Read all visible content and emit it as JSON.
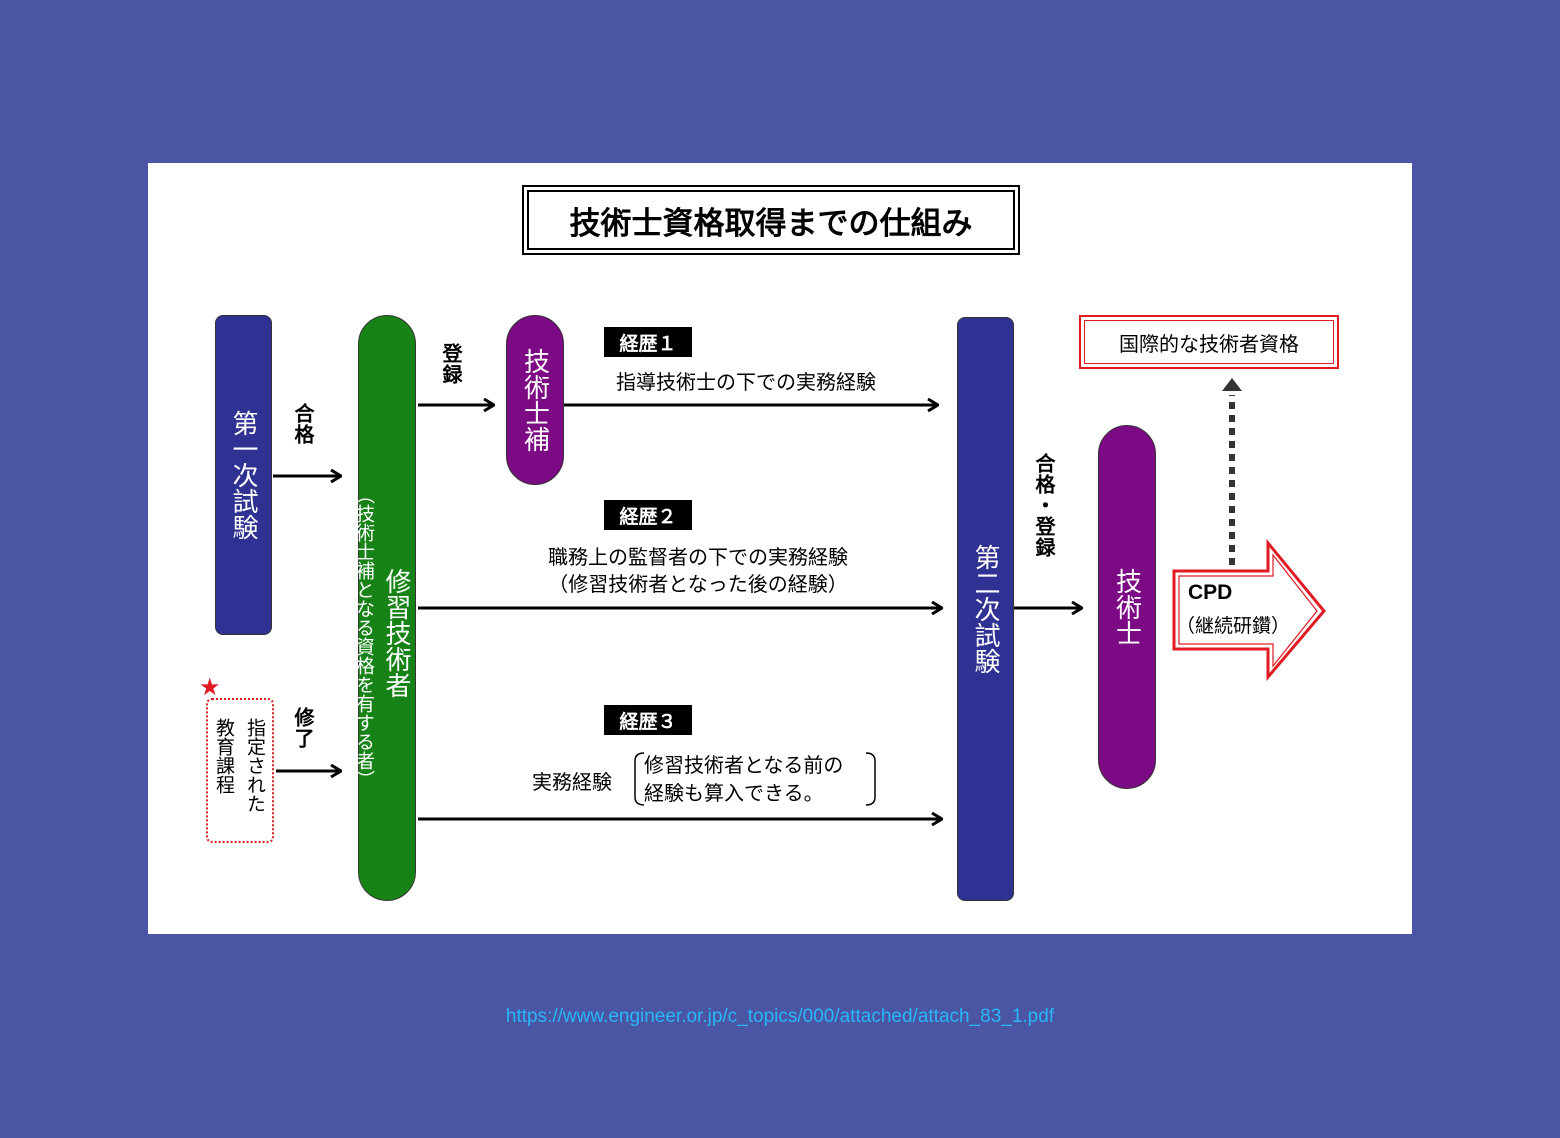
{
  "diagram": {
    "title": "技術士資格取得までの仕組み",
    "first_exam": "第一次試験",
    "pass_label": "合格",
    "completion_label": "修了",
    "designated_course_line1": "指定された",
    "designated_course_line2": "教育課程",
    "star": "★",
    "trainee_engineer": "修習技術者",
    "trainee_engineer_note": "（技術士補となる資格を有する者）",
    "register_label": "登録",
    "assistant_engineer": "技術士補",
    "career1_tag": "経歴１",
    "career1_desc": "指導技術士の下での実務経験",
    "career2_tag": "経歴２",
    "career2_desc_line1": "職務上の監督者の下での実務経験",
    "career2_desc_line2": "（修習技術者となった後の経験）",
    "career3_tag": "経歴３",
    "career3_label": "実務経験",
    "career3_note_line1": "修習技術者となる前の",
    "career3_note_line2": "経験も算入できる。",
    "second_exam": "第二次試験",
    "pass_register_label": "合格・登録",
    "professional_engineer": "技術士",
    "cpd_label": "CPD",
    "cpd_sub": "（継続研鑽）",
    "international": "国際的な技術者資格"
  },
  "footer": {
    "url": "https://www.engineer.or.jp/c_topics/000/attached/attach_83_1.pdf"
  },
  "colors": {
    "background": "#4a56a4",
    "navy": "#2f3292",
    "green": "#178317",
    "purple": "#7c0a84",
    "red": "#e01b24",
    "link": "#29b6f6"
  },
  "icons": [
    "arrow-right-icon",
    "dotted-arrow-up-icon",
    "star-icon",
    "block-arrow-icon"
  ]
}
